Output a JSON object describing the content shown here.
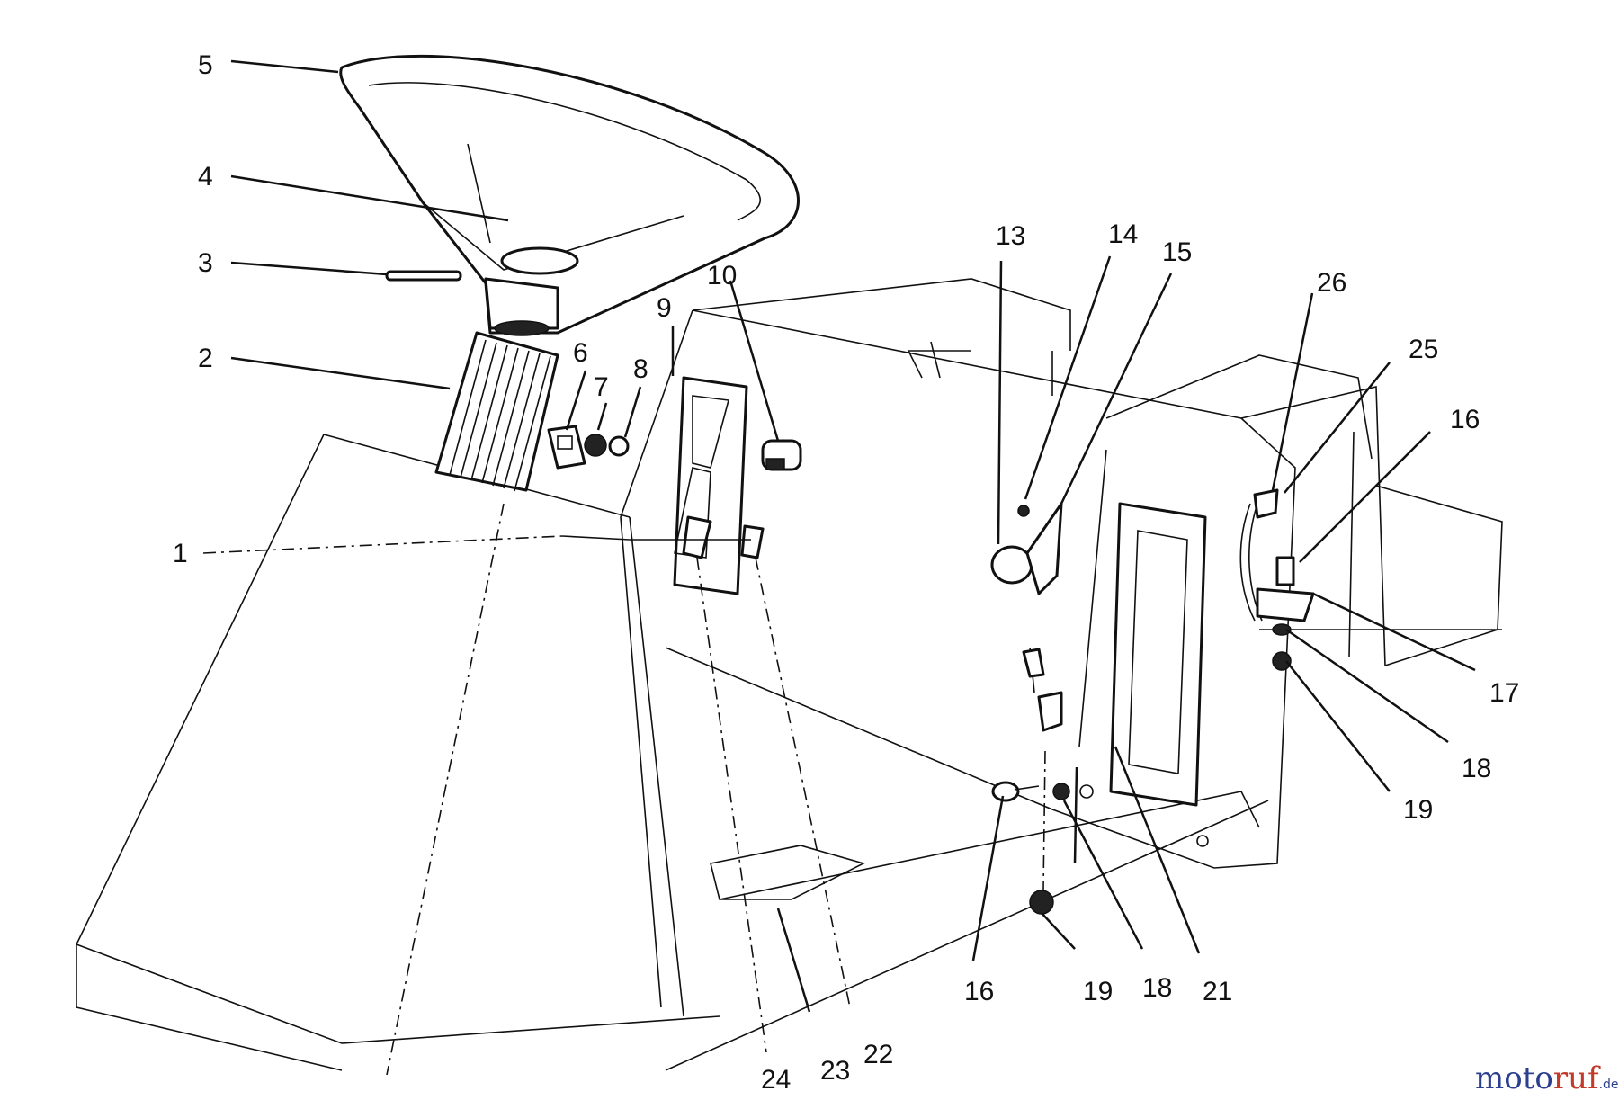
{
  "diagram": {
    "callouts": [
      {
        "id": "c5",
        "text": "5"
      },
      {
        "id": "c4",
        "text": "4"
      },
      {
        "id": "c3",
        "text": "3"
      },
      {
        "id": "c2",
        "text": "2"
      },
      {
        "id": "c6",
        "text": "6"
      },
      {
        "id": "c7",
        "text": "7"
      },
      {
        "id": "c8",
        "text": "8"
      },
      {
        "id": "c9",
        "text": "9"
      },
      {
        "id": "c10",
        "text": "10"
      },
      {
        "id": "c1",
        "text": "1"
      },
      {
        "id": "c13",
        "text": "13"
      },
      {
        "id": "c14",
        "text": "14"
      },
      {
        "id": "c15",
        "text": "15"
      },
      {
        "id": "c26",
        "text": "26"
      },
      {
        "id": "c25",
        "text": "25"
      },
      {
        "id": "c16r",
        "text": "16"
      },
      {
        "id": "c17",
        "text": "17"
      },
      {
        "id": "c18r",
        "text": "18"
      },
      {
        "id": "c19r",
        "text": "19"
      },
      {
        "id": "c16b",
        "text": "16"
      },
      {
        "id": "c19b",
        "text": "19"
      },
      {
        "id": "c18b",
        "text": "18"
      },
      {
        "id": "c21",
        "text": "21"
      },
      {
        "id": "c24",
        "text": "24"
      },
      {
        "id": "c23",
        "text": "23"
      },
      {
        "id": "c22",
        "text": "22"
      }
    ]
  },
  "watermark": {
    "brand_blue": "moto",
    "brand_red": "ruf",
    "suffix": ".de",
    "colors": {
      "blue": "#2b3f8f",
      "red": "#c23a2a"
    }
  }
}
